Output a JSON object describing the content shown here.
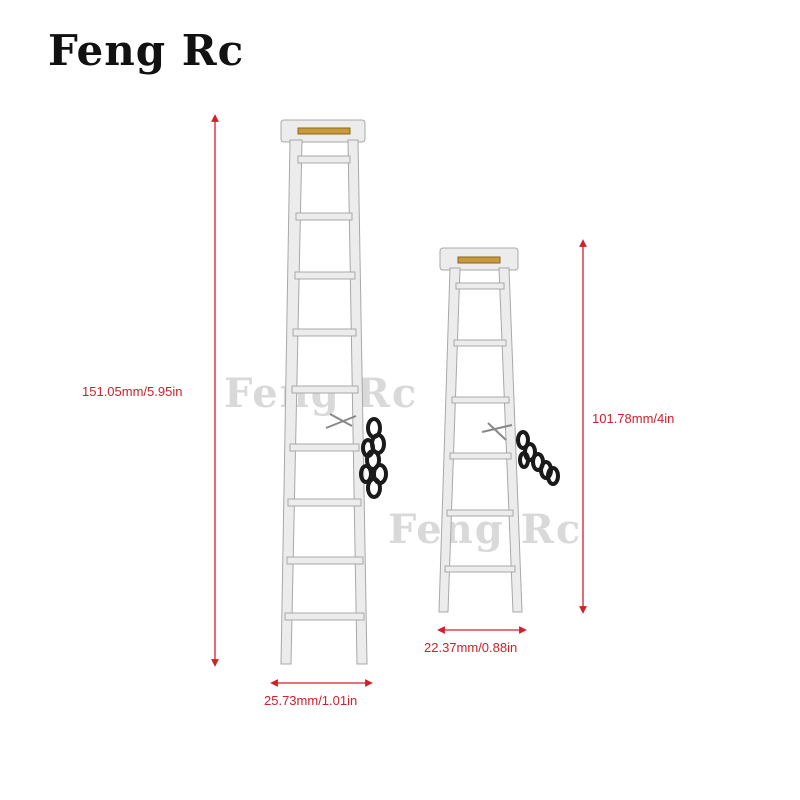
{
  "brand": {
    "text": "Feng Rc"
  },
  "watermarks": [
    "Feng Rc",
    "Feng Rc"
  ],
  "dimensions": {
    "large_ladder_height": "151.05mm/5.95in",
    "large_ladder_width": "25.73mm/1.01in",
    "small_ladder_height": "101.78mm/4in",
    "small_ladder_width": "22.37mm/0.88in"
  },
  "colors": {
    "dimension_red": "#d0202a",
    "ladder_silver": "#e6e6e6",
    "chain": "#1a1a1a",
    "brass_rod": "#b8923a"
  }
}
